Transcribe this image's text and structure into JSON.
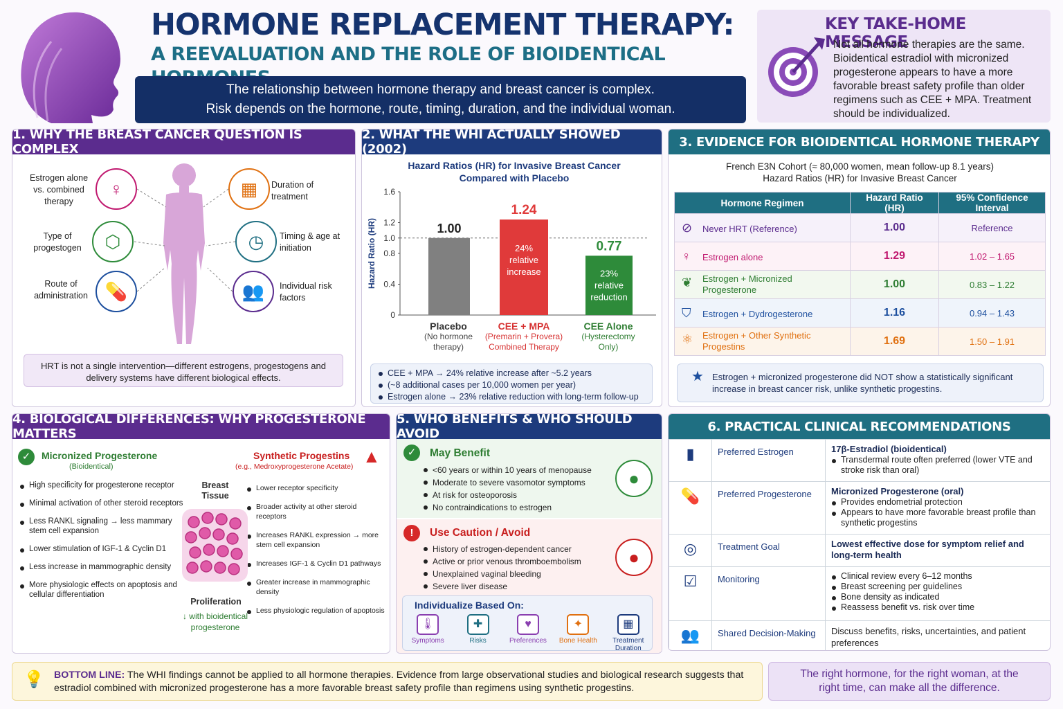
{
  "header": {
    "title": "HORMONE REPLACEMENT THERAPY:",
    "subtitle": "A REEVALUATION AND THE ROLE OF BIOIDENTICAL HORMONES",
    "banner_line1": "The relationship between hormone therapy and breast cancer is complex.",
    "banner_line2": "Risk depends on the hormone, route, timing, duration, and the individual woman."
  },
  "key_message": {
    "heading": "KEY TAKE-HOME MESSAGE",
    "text": "Not all hormone therapies are the same. Bioidentical estradiol with micronized progesterone appears to have a more favorable breast safety profile than older regimens such as CEE + MPA. Treatment should be individualized."
  },
  "panel1": {
    "heading": "1. WHY THE BREAST CANCER QUESTION IS COMPLEX",
    "factors": [
      {
        "label": "Estrogen alone vs. combined therapy",
        "icon": "uterus-icon"
      },
      {
        "label": "Type of progestogen",
        "icon": "molecule-icon"
      },
      {
        "label": "Route of administration",
        "icon": "pill-icon"
      },
      {
        "label": "Duration of treatment",
        "icon": "calendar-icon"
      },
      {
        "label": "Timing & age at initiation",
        "icon": "clock-icon"
      },
      {
        "label": "Individual risk factors",
        "icon": "people-icon"
      }
    ],
    "note": "HRT is not a single intervention—different estrogens, progestogens and delivery systems have different biological effects."
  },
  "panel2": {
    "heading": "2. WHAT THE WHI ACTUALLY SHOWED (2002)",
    "chart_title": "Hazard Ratios (HR) for Invasive Breast Cancer Compared with Placebo",
    "bar_labels": [
      {
        "name": "Placebo",
        "sub": "(No hormone therapy)",
        "value_text": "1.00",
        "inside": ""
      },
      {
        "name": "CEE + MPA",
        "sub": "(Premarin + Provera) Combined Therapy",
        "value_text": "1.24",
        "inside": "24% relative increase"
      },
      {
        "name": "CEE Alone",
        "sub": "(Hysterectomy Only)",
        "value_text": "0.77",
        "inside": "23% relative reduction"
      }
    ],
    "notes": [
      "CEE + MPA → 24% relative increase after ~5.2 years",
      "(~8 additional cases per 10,000 women per year)",
      "Estrogen alone → 23% relative reduction with long-term follow-up"
    ]
  },
  "chart_data": {
    "type": "bar",
    "title": "Hazard Ratios (HR) for Invasive Breast Cancer Compared with Placebo",
    "ylabel": "Hazard Ratio (HR)",
    "categories": [
      "Placebo",
      "CEE + MPA",
      "CEE Alone"
    ],
    "values": [
      1.0,
      1.24,
      0.77
    ],
    "ylim": [
      0,
      1.6
    ],
    "yticks": [
      "0",
      "0.4",
      "0.8",
      "1.0",
      "1.2",
      "1.6"
    ],
    "reference_line": 1.0,
    "colors": [
      "#808080",
      "#e03a3a",
      "#2e8b3a"
    ]
  },
  "panel3": {
    "heading": "3. EVIDENCE FOR BIOIDENTICAL HORMONE THERAPY",
    "sub1": "French E3N Cohort (≈ 80,000 women, mean follow-up 8.1 years)",
    "sub2": "Hazard Ratios (HR) for Invasive Breast Cancer",
    "columns": [
      "Hormone Regimen",
      "Hazard Ratio (HR)",
      "95% Confidence Interval"
    ],
    "rows": [
      {
        "regimen": "Never HRT (Reference)",
        "hr": "1.00",
        "ci": "Reference",
        "color": "#5b2c8e",
        "icon": "no-icon"
      },
      {
        "regimen": "Estrogen alone",
        "hr": "1.29",
        "ci": "1.02 – 1.65",
        "color": "#c0186f",
        "icon": "female-icon"
      },
      {
        "regimen": "Estrogen + Micronized Progesterone",
        "hr": "1.00",
        "ci": "0.83 – 1.22",
        "color": "#2e7d32",
        "icon": "leaf-icon"
      },
      {
        "regimen": "Estrogen + Dydrogesterone",
        "hr": "1.16",
        "ci": "0.94 – 1.43",
        "color": "#1d4f9e",
        "icon": "shield-icon"
      },
      {
        "regimen": "Estrogen + Other Synthetic Progestins",
        "hr": "1.69",
        "ci": "1.50 – 1.91",
        "color": "#e07010",
        "icon": "molecule-icon"
      }
    ],
    "note": "Estrogen + micronized progesterone did NOT show a statistically significant increase in breast cancer risk, unlike synthetic progestins."
  },
  "panel4": {
    "heading": "4. BIOLOGICAL DIFFERENCES: WHY PROGESTERONE MATTERS",
    "left_title": "Micronized Progesterone",
    "left_sub": "(Bioidentical)",
    "left_items": [
      "High specificity for progesterone receptor",
      "Minimal activation of other steroid receptors",
      "Less RANKL signaling → less mammary stem cell expansion",
      "Lower stimulation of IGF-1 & Cyclin D1",
      "Less increase in mammographic density",
      "More physiologic effects on apoptosis and cellular differentiation"
    ],
    "right_title": "Synthetic Progestins",
    "right_sub": "(e.g., Medroxyprogesterone Acetate)",
    "right_items": [
      "Lower receptor specificity",
      "Broader activity at other steroid receptors",
      "Increases RANKL expression → more stem cell expansion",
      "Increases IGF-1 & Cyclin D1 pathways",
      "Greater increase in mammographic density",
      "Less physiologic regulation of apoptosis"
    ],
    "center_label": "Breast Tissue",
    "prolif": "Proliferation",
    "prolif_sub": "↓ with bioidentical progesterone"
  },
  "panel5": {
    "heading": "5. WHO BENEFITS & WHO SHOULD AVOID",
    "benefit_title": "May Benefit",
    "benefit_items": [
      "<60 years or within 10 years of menopause",
      "Moderate to severe vasomotor symptoms",
      "At risk for osteoporosis",
      "No contraindications to estrogen"
    ],
    "avoid_title": "Use Caution / Avoid",
    "avoid_items": [
      "History of estrogen-dependent cancer",
      "Active or prior venous thromboembolism",
      "Unexplained vaginal bleeding",
      "Severe liver disease"
    ],
    "ind_title": "Individualize Based On:",
    "ind_items": [
      {
        "label": "Symptoms",
        "color": "#8a3fb0"
      },
      {
        "label": "Risks",
        "color": "#1f6f82"
      },
      {
        "label": "Preferences",
        "color": "#8a3fb0"
      },
      {
        "label": "Bone Health",
        "color": "#e07010"
      },
      {
        "label": "Treatment Duration",
        "color": "#1d3b7d"
      }
    ]
  },
  "panel6": {
    "heading": "6. PRACTICAL CLINICAL RECOMMENDATIONS",
    "rows": [
      {
        "label": "Preferred Estrogen",
        "title": "17β-Estradiol (bioidentical)",
        "items": [
          "Transdermal route often preferred (lower VTE and stroke risk than oral)"
        ]
      },
      {
        "label": "Preferred Progesterone",
        "title": "Micronized Progesterone (oral)",
        "items": [
          "Provides endometrial protection",
          "Appears to have more favorable breast profile than synthetic progestins"
        ]
      },
      {
        "label": "Treatment Goal",
        "title": "Lowest effective dose for symptom relief and long-term health",
        "items": []
      },
      {
        "label": "Monitoring",
        "title": "",
        "items": [
          "Clinical review every 6–12 months",
          "Breast screening per guidelines",
          "Bone density as indicated",
          "Reassess benefit vs. risk over time"
        ]
      },
      {
        "label": "Shared Decision-Making",
        "title": "",
        "plain": "Discuss benefits, risks, uncertainties, and patient preferences",
        "items": []
      }
    ]
  },
  "footer": {
    "bottom_label": "BOTTOM LINE:",
    "bottom_text": "The WHI findings cannot be applied to all hormone therapies. Evidence from large observational studies and biological research suggests that estradiol combined with micronized progesterone has a more favorable breast safety profile than regimens using synthetic progestins.",
    "tagline": "The right hormone, for the right woman, at the right time, can make all the difference."
  }
}
